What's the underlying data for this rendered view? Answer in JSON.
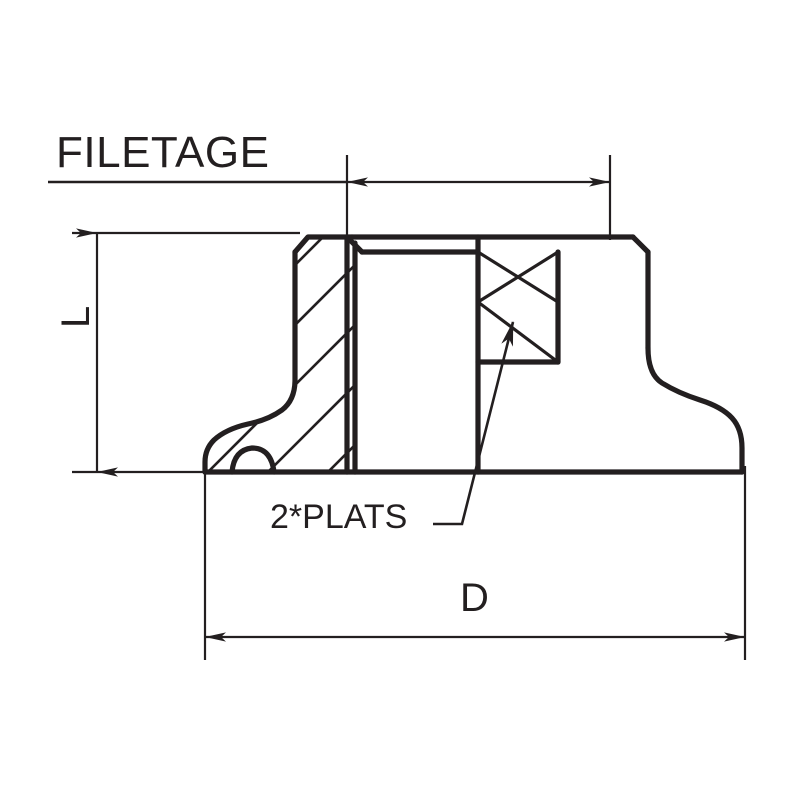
{
  "drawing": {
    "title": "Threaded insert cross-section drawing",
    "type": "engineering-section-view",
    "units": "unitless (symbolic dimensions)",
    "line_color": "#231f20",
    "background_color": "#ffffff",
    "labels": {
      "thread_note": "FILETAGE",
      "flats_note": "2*PLATS",
      "diameter_dim": "D",
      "length_dim": "L"
    },
    "annotations": [
      {
        "name": "thread-note",
        "text": "FILETAGE",
        "kind": "leader-note-underlined"
      },
      {
        "name": "flats-note",
        "text": "2*PLATS",
        "kind": "leader-note-arrow"
      },
      {
        "name": "overall-diameter",
        "text": "D",
        "kind": "linear-dimension-horizontal"
      },
      {
        "name": "overall-length",
        "text": "L",
        "kind": "linear-dimension-vertical"
      }
    ],
    "features": [
      "hatched-section-wall",
      "chamfered-boss-top",
      "two-machined-flats",
      "s-curve-flange",
      "sealing-bead"
    ]
  }
}
